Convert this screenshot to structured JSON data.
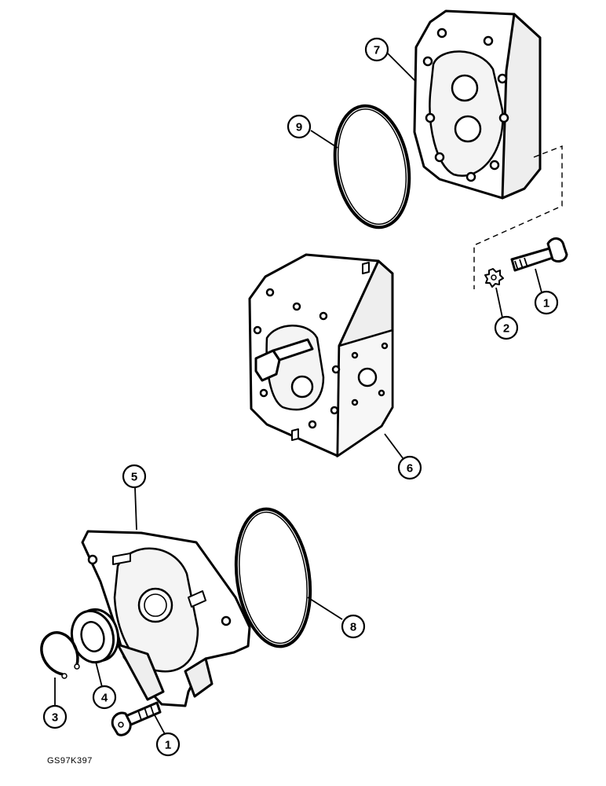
{
  "figure": {
    "reference_code": "GS97K397"
  },
  "callouts": [
    {
      "key": "back-cover",
      "label": "7"
    },
    {
      "key": "o-ring-rear",
      "label": "9"
    },
    {
      "key": "bolt-upper",
      "label": "1"
    },
    {
      "key": "lock-washer",
      "label": "2"
    },
    {
      "key": "pump-body",
      "label": "6"
    },
    {
      "key": "front-flange",
      "label": "5"
    },
    {
      "key": "o-ring-front",
      "label": "8"
    },
    {
      "key": "shaft-seal",
      "label": "4"
    },
    {
      "key": "snap-ring",
      "label": "3"
    },
    {
      "key": "bolt-lower",
      "label": "1"
    }
  ]
}
